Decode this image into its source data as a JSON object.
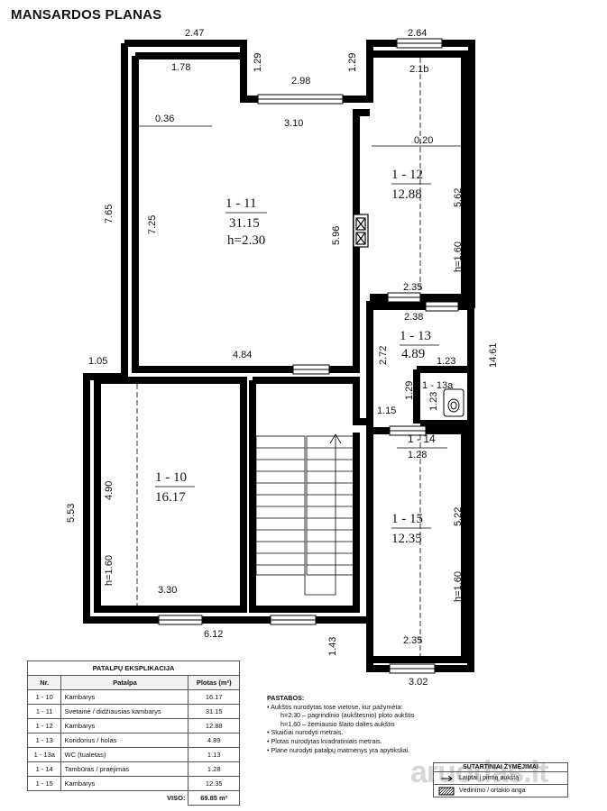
{
  "title": "MANSARDOS PLANAS",
  "dims": {
    "top_left": "2.47",
    "top_right": "2.64",
    "d_1_78": "1.78",
    "d_1_29a": "1.29",
    "d_1_29b": "1.29",
    "d_2_98": "2.98",
    "d_3_10": "3.10",
    "d_2_1b": "2.1b",
    "d_0_36": "0.36",
    "d_0_20": "0.20",
    "d_7_65": "7.65",
    "d_7_25": "7.25",
    "d_5_96": "5.96",
    "d_5_62": "5.62",
    "d_2_35a": "2.35",
    "d_2_38": "2.38",
    "d_14_61": "14.61",
    "d_1_05": "1.05",
    "d_4_84": "4.84",
    "d_2_72": "2.72",
    "d_1_23a": "1.23",
    "d_1_23b": "1.23",
    "d_1_29c": "1.29",
    "d_1_15": "1.15",
    "d_1_28": "1.28",
    "d_5_53": "5.53",
    "d_4_90": "4.90",
    "d_5_22": "5.22",
    "d_3_30": "3.30",
    "d_6_12": "6.12",
    "d_1_43": "1.43",
    "d_2_35b": "2.35",
    "d_3_02": "3.02"
  },
  "rooms": {
    "r11": {
      "id": "1 - 11",
      "area": "31.15",
      "h": "h=2.30"
    },
    "r12": {
      "id": "1 - 12",
      "area": "12.88",
      "h": "h=1.60"
    },
    "r13": {
      "id": "1 - 13",
      "area": "4.89"
    },
    "r13a": {
      "id": "1 - 13a"
    },
    "r14": {
      "id": "1 - 14"
    },
    "r10": {
      "id": "1 - 10",
      "area": "16.17",
      "h": "h=1.60"
    },
    "r15": {
      "id": "1 - 15",
      "area": "12.35",
      "h": "h=1.60"
    }
  },
  "table": {
    "caption": "PATALPŲ EKSPLIKACIJA",
    "headers": {
      "nr": "Nr.",
      "patalpa": "Patalpa",
      "plotas": "Plotas (m²)"
    },
    "rows": [
      {
        "nr": "1 - 10",
        "name": "Kambarys",
        "area": "16.17"
      },
      {
        "nr": "1 - 11",
        "name": "Svetainė / didžiausias kambarys",
        "area": "31.15"
      },
      {
        "nr": "1 - 12",
        "name": "Kambarys",
        "area": "12.88"
      },
      {
        "nr": "1 - 13",
        "name": "Koridorius / holas",
        "area": "4.89"
      },
      {
        "nr": "1 - 13a",
        "name": "WC (tualetas)",
        "area": "1.13"
      },
      {
        "nr": "1 - 14",
        "name": "Tambūras / praėjimas",
        "area": "1.28"
      },
      {
        "nr": "1 - 15",
        "name": "Kambarys",
        "area": "12.35"
      }
    ],
    "total_label": "VISO:",
    "total_value": "69.85 m²"
  },
  "notes": {
    "title": "PASTABOS:",
    "n1": "• Aukštis nurodytas tose vietose, kur pažymėta:",
    "n1a": "h=2.30 – pagrindinio (aukštesnio) ploto aukštis",
    "n1b": "h=1.60 – žemiausio šlaito dalies aukštis",
    "n2": "• Skaičiai nurodyti metrais.",
    "n3": "• Plotas nurodytas kvadratiniais metrais.",
    "n4": "• Plane nurodyti patalpų matmenys yra apytiksliai."
  },
  "legend": {
    "title": "SUTARTINIAI ŽYMĖJIMAI",
    "stairs": "Laiptai į pirmą aukštą",
    "window": "Vėdinimo / ortakio anga"
  },
  "watermark": "aruodas.lt"
}
